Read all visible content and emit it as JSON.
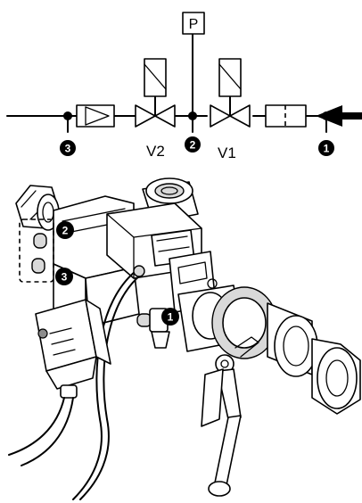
{
  "schematic": {
    "pressure_label": "P",
    "valve_labels": [
      "V2",
      "V1"
    ],
    "markers": [
      "3",
      "2",
      "1"
    ]
  },
  "illustration": {
    "markers": [
      "2",
      "3",
      "1"
    ]
  },
  "colors": {
    "line": "#000000",
    "background": "#ffffff",
    "shading": "#d9d9d9",
    "dark_shading": "#8c8c8c"
  }
}
